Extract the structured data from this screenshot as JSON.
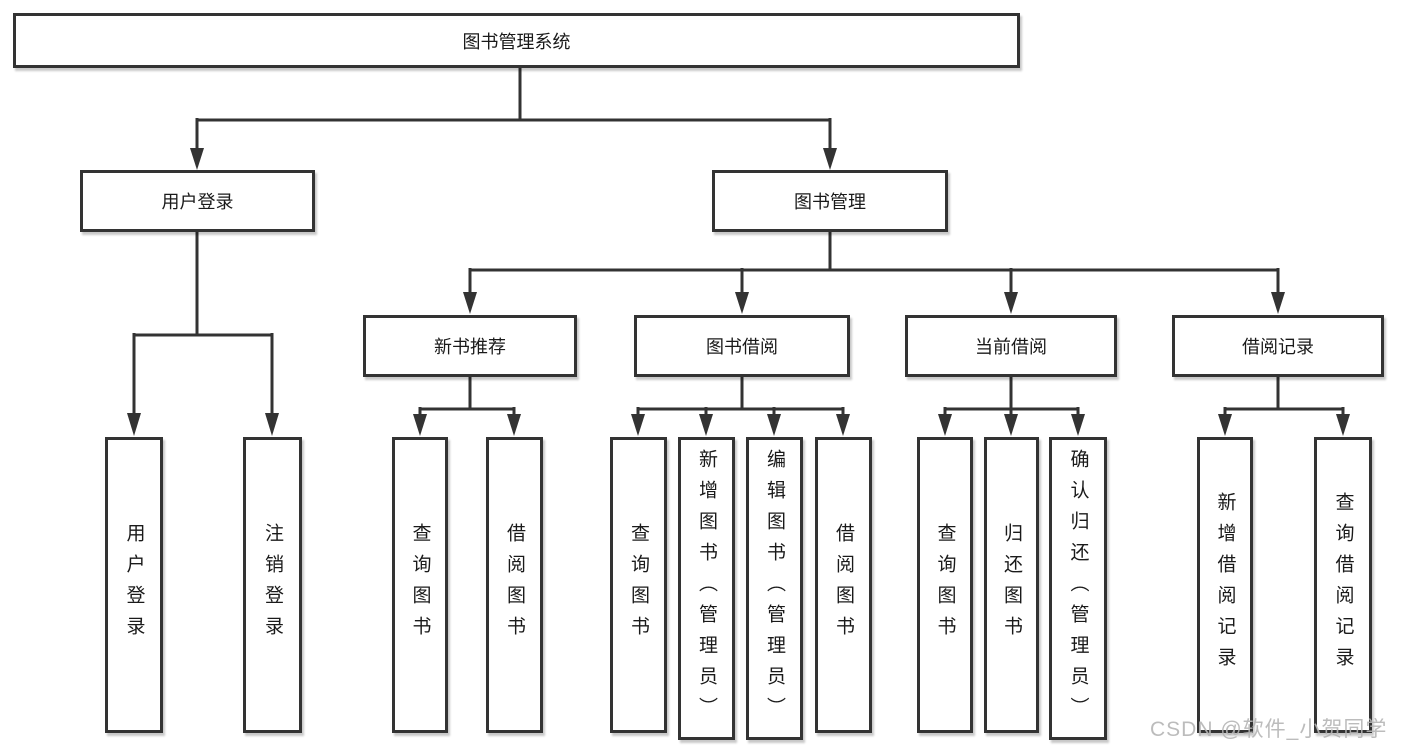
{
  "tree": {
    "label": "图书管理系统",
    "children": [
      {
        "label": "用户登录",
        "children": [
          {
            "label": "用户登录"
          },
          {
            "label": "注销登录"
          }
        ]
      },
      {
        "label": "图书管理",
        "children": [
          {
            "label": "新书推荐",
            "children": [
              {
                "label": "查询图书"
              },
              {
                "label": "借阅图书"
              }
            ]
          },
          {
            "label": "图书借阅",
            "children": [
              {
                "label": "查询图书"
              },
              {
                "label": "新增图书（管理员）"
              },
              {
                "label": "编辑图书（管理员）"
              },
              {
                "label": "借阅图书"
              }
            ]
          },
          {
            "label": "当前借阅",
            "children": [
              {
                "label": "查询图书"
              },
              {
                "label": "归还图书"
              },
              {
                "label": "确认归还（管理员）"
              }
            ]
          },
          {
            "label": "借阅记录",
            "children": [
              {
                "label": "新增借阅记录"
              },
              {
                "label": "查询借阅记录"
              }
            ]
          }
        ]
      }
    ]
  },
  "watermark": "CSDN @软件_小贺同学",
  "colors": {
    "line": "#333333",
    "border": "#333333",
    "text": "#1a1a1a",
    "watermark": "#b5b5b5",
    "background": "#ffffff"
  }
}
